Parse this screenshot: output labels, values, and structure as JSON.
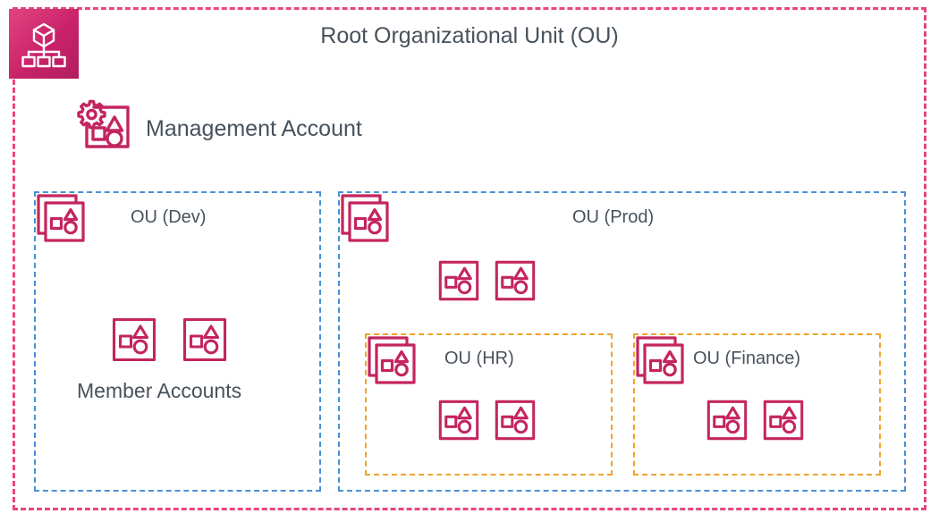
{
  "diagram": {
    "title": "Root Organizational Unit (OU)",
    "product_logo_name": "aws-organizations-logo",
    "colors": {
      "root_boundary": "#e8447e",
      "ou_boundary": "#4a90d9",
      "nested_ou_boundary": "#f0a22e",
      "icon_stroke": "#c4255f",
      "text": "#48525c",
      "logo_gradient_from": "#e2447f",
      "logo_gradient_to": "#b01e5e",
      "background": "#ffffff"
    },
    "management_account": {
      "label": "Management Account",
      "icon": "management-account-icon"
    },
    "member_accounts_label": "Member Accounts",
    "organizational_units": [
      {
        "id": "dev",
        "label": "OU (Dev)",
        "boundary_color": "#4a90d9",
        "icon": "organizational-unit-icon",
        "accounts": [
          {
            "icon": "member-account-icon"
          },
          {
            "icon": "member-account-icon"
          }
        ],
        "nested_ous": []
      },
      {
        "id": "prod",
        "label": "OU (Prod)",
        "boundary_color": "#4a90d9",
        "icon": "organizational-unit-icon",
        "accounts": [
          {
            "icon": "member-account-icon"
          },
          {
            "icon": "member-account-icon"
          }
        ],
        "nested_ous": [
          {
            "id": "hr",
            "label": "OU (HR)",
            "boundary_color": "#f0a22e",
            "icon": "organizational-unit-icon",
            "accounts": [
              {
                "icon": "member-account-icon"
              },
              {
                "icon": "member-account-icon"
              }
            ]
          },
          {
            "id": "finance",
            "label": "OU (Finance)",
            "boundary_color": "#f0a22e",
            "icon": "organizational-unit-icon",
            "accounts": [
              {
                "icon": "member-account-icon"
              },
              {
                "icon": "member-account-icon"
              }
            ]
          }
        ]
      }
    ]
  }
}
